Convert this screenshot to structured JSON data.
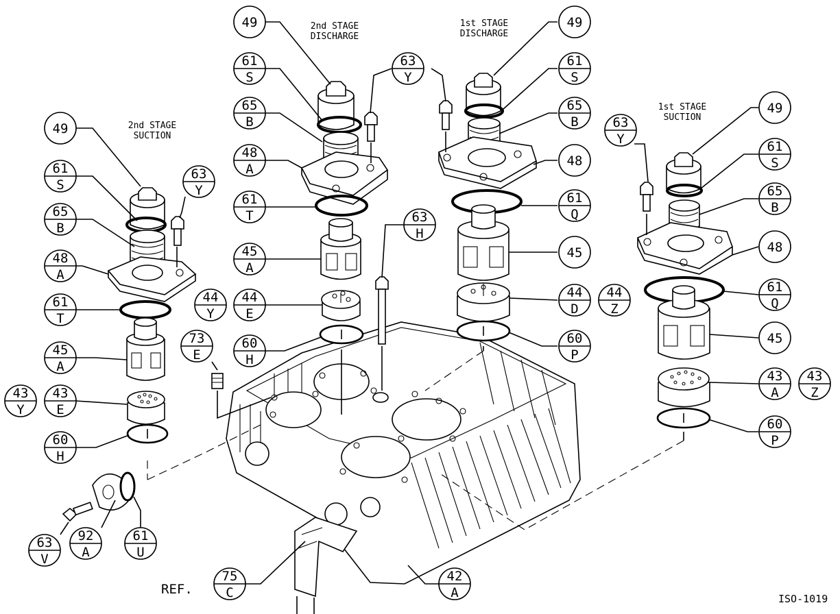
{
  "drawing_id": "ISO-1019",
  "ref_label": "REF.",
  "labels": [
    {
      "id": "lbl-2nd-suction",
      "lines": [
        "2nd STAGE",
        "SUCTION"
      ]
    },
    {
      "id": "lbl-2nd-discharge",
      "lines": [
        "2nd STAGE",
        "DISCHARGE"
      ]
    },
    {
      "id": "lbl-1st-discharge",
      "lines": [
        "1st STAGE",
        "DISCHARGE"
      ]
    },
    {
      "id": "lbl-1st-suction",
      "lines": [
        "1st STAGE",
        "SUCTION"
      ]
    }
  ],
  "callouts": [
    {
      "id": "c-49-a",
      "num": "49",
      "letter": ""
    },
    {
      "id": "c-61s-a",
      "num": "61",
      "letter": "S"
    },
    {
      "id": "c-65b-a",
      "num": "65",
      "letter": "B"
    },
    {
      "id": "c-48a-a",
      "num": "48",
      "letter": "A"
    },
    {
      "id": "c-61t-a",
      "num": "61",
      "letter": "T"
    },
    {
      "id": "c-45a-a",
      "num": "45",
      "letter": "A"
    },
    {
      "id": "c-43y",
      "num": "43",
      "letter": "Y"
    },
    {
      "id": "c-43e",
      "num": "43",
      "letter": "E"
    },
    {
      "id": "c-60h-a",
      "num": "60",
      "letter": "H"
    },
    {
      "id": "c-63y-a",
      "num": "63",
      "letter": "Y"
    },
    {
      "id": "c-49-b",
      "num": "49",
      "letter": ""
    },
    {
      "id": "c-61s-b",
      "num": "61",
      "letter": "S"
    },
    {
      "id": "c-65b-b",
      "num": "65",
      "letter": "B"
    },
    {
      "id": "c-48a-b",
      "num": "48",
      "letter": "A"
    },
    {
      "id": "c-61t-b",
      "num": "61",
      "letter": "T"
    },
    {
      "id": "c-45a-b",
      "num": "45",
      "letter": "A"
    },
    {
      "id": "c-44y",
      "num": "44",
      "letter": "Y"
    },
    {
      "id": "c-44e",
      "num": "44",
      "letter": "E"
    },
    {
      "id": "c-60h-b",
      "num": "60",
      "letter": "H"
    },
    {
      "id": "c-73e",
      "num": "73",
      "letter": "E"
    },
    {
      "id": "c-63y-b",
      "num": "63",
      "letter": "Y"
    },
    {
      "id": "c-63h",
      "num": "63",
      "letter": "H"
    },
    {
      "id": "c-49-c",
      "num": "49",
      "letter": ""
    },
    {
      "id": "c-61s-c",
      "num": "61",
      "letter": "S"
    },
    {
      "id": "c-65b-c",
      "num": "65",
      "letter": "B"
    },
    {
      "id": "c-48-c",
      "num": "48",
      "letter": ""
    },
    {
      "id": "c-61q-c",
      "num": "61",
      "letter": "Q"
    },
    {
      "id": "c-45-c",
      "num": "45",
      "letter": ""
    },
    {
      "id": "c-44d",
      "num": "44",
      "letter": "D"
    },
    {
      "id": "c-44z",
      "num": "44",
      "letter": "Z"
    },
    {
      "id": "c-60p-c",
      "num": "60",
      "letter": "P"
    },
    {
      "id": "c-49-d",
      "num": "49",
      "letter": ""
    },
    {
      "id": "c-63y-d",
      "num": "63",
      "letter": "Y"
    },
    {
      "id": "c-61s-d",
      "num": "61",
      "letter": "S"
    },
    {
      "id": "c-65b-d",
      "num": "65",
      "letter": "B"
    },
    {
      "id": "c-48-d",
      "num": "48",
      "letter": ""
    },
    {
      "id": "c-61q-d",
      "num": "61",
      "letter": "Q"
    },
    {
      "id": "c-45-d",
      "num": "45",
      "letter": ""
    },
    {
      "id": "c-43a",
      "num": "43",
      "letter": "A"
    },
    {
      "id": "c-43z",
      "num": "43",
      "letter": "Z"
    },
    {
      "id": "c-60p-d",
      "num": "60",
      "letter": "P"
    },
    {
      "id": "c-63v",
      "num": "63",
      "letter": "V"
    },
    {
      "id": "c-92a",
      "num": "92",
      "letter": "A"
    },
    {
      "id": "c-61u",
      "num": "61",
      "letter": "U"
    },
    {
      "id": "c-75c",
      "num": "75",
      "letter": "C"
    },
    {
      "id": "c-42a",
      "num": "42",
      "letter": "A"
    }
  ]
}
